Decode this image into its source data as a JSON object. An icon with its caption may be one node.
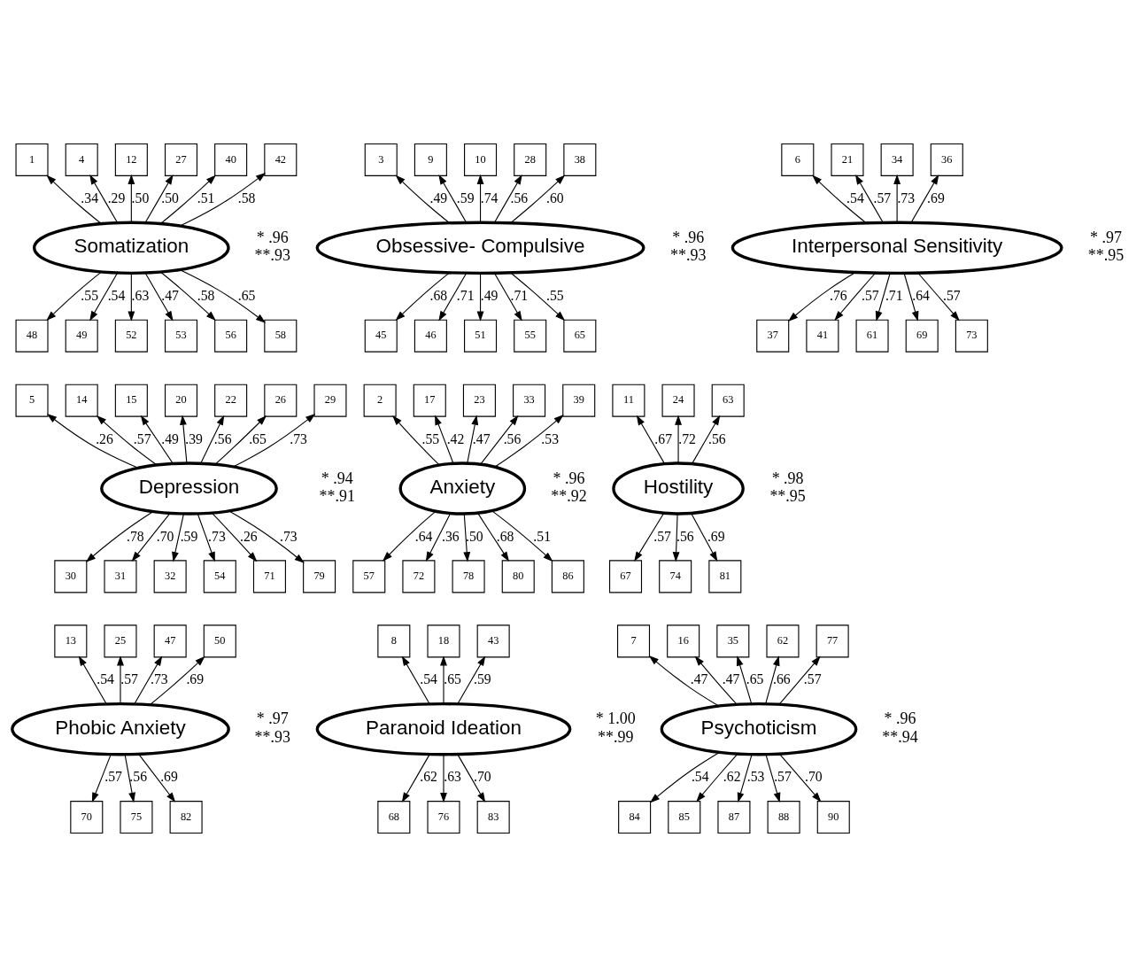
{
  "diagram": {
    "nodes": [
      {
        "text": [
          "Somatization"
        ],
        "beside": [
          "* .96",
          "**.93"
        ]
      },
      {
        "text": [
          "1"
        ]
      },
      {
        "text": [
          "4"
        ]
      },
      {
        "text": [
          "12"
        ]
      },
      {
        "text": [
          "27"
        ]
      },
      {
        "text": [
          "40"
        ]
      },
      {
        "text": [
          "42"
        ]
      },
      {
        "text": [
          "48"
        ]
      },
      {
        "text": [
          "49"
        ]
      },
      {
        "text": [
          "52"
        ]
      },
      {
        "text": [
          "53"
        ]
      },
      {
        "text": [
          "56"
        ]
      },
      {
        "text": [
          "58"
        ]
      },
      {
        "text": [
          "Obsessive- Compulsive"
        ],
        "beside": [
          "* .96",
          "**.93"
        ]
      },
      {
        "text": [
          "3"
        ]
      },
      {
        "text": [
          "9"
        ]
      },
      {
        "text": [
          "10"
        ]
      },
      {
        "text": [
          "28"
        ]
      },
      {
        "text": [
          "38"
        ]
      },
      {
        "text": [
          "45"
        ]
      },
      {
        "text": [
          "46"
        ]
      },
      {
        "text": [
          "51"
        ]
      },
      {
        "text": [
          "55"
        ]
      },
      {
        "text": [
          "65"
        ]
      },
      {
        "text": [
          "Interpersonal Sensitivity"
        ],
        "beside": [
          "* .97",
          "**.95"
        ]
      },
      {
        "text": [
          "6"
        ]
      },
      {
        "text": [
          "21"
        ]
      },
      {
        "text": [
          "34"
        ]
      },
      {
        "text": [
          "36"
        ]
      },
      {
        "text": [
          "37"
        ]
      },
      {
        "text": [
          "41"
        ]
      },
      {
        "text": [
          "61"
        ]
      },
      {
        "text": [
          "69"
        ]
      },
      {
        "text": [
          "73"
        ]
      },
      {
        "text": [
          "Depression"
        ],
        "beside": [
          "* .94",
          "**.91"
        ]
      },
      {
        "text": [
          "5"
        ]
      },
      {
        "text": [
          "14"
        ]
      },
      {
        "text": [
          "15"
        ]
      },
      {
        "text": [
          "20"
        ]
      },
      {
        "text": [
          "22"
        ]
      },
      {
        "text": [
          "26"
        ]
      },
      {
        "text": [
          "29"
        ]
      },
      {
        "text": [
          "30"
        ]
      },
      {
        "text": [
          "31"
        ]
      },
      {
        "text": [
          "32"
        ]
      },
      {
        "text": [
          "54"
        ]
      },
      {
        "text": [
          "71"
        ]
      },
      {
        "text": [
          "79"
        ]
      },
      {
        "text": [
          "Anxiety"
        ],
        "beside": [
          "* .96",
          "**.92"
        ]
      },
      {
        "text": [
          "2"
        ]
      },
      {
        "text": [
          "17"
        ]
      },
      {
        "text": [
          "23"
        ]
      },
      {
        "text": [
          "33"
        ]
      },
      {
        "text": [
          "39"
        ]
      },
      {
        "text": [
          "57"
        ]
      },
      {
        "text": [
          "72"
        ]
      },
      {
        "text": [
          "78"
        ]
      },
      {
        "text": [
          "80"
        ]
      },
      {
        "text": [
          "86"
        ]
      },
      {
        "text": [
          "Hostility"
        ],
        "beside": [
          "* .98",
          "**.95"
        ]
      },
      {
        "text": [
          "11"
        ]
      },
      {
        "text": [
          "24"
        ]
      },
      {
        "text": [
          "63"
        ]
      },
      {
        "text": [
          "67"
        ]
      },
      {
        "text": [
          "74"
        ]
      },
      {
        "text": [
          "81"
        ]
      },
      {
        "text": [
          "Phobic Anxiety"
        ],
        "beside": [
          "* .97",
          "**.93"
        ]
      },
      {
        "text": [
          "13"
        ]
      },
      {
        "text": [
          "25"
        ]
      },
      {
        "text": [
          "47"
        ]
      },
      {
        "text": [
          "50"
        ]
      },
      {
        "text": [
          "70"
        ]
      },
      {
        "text": [
          "75"
        ]
      },
      {
        "text": [
          "82"
        ]
      },
      {
        "text": [
          "Paranoid Ideation"
        ],
        "beside": [
          "* 1.00",
          "**.99"
        ]
      },
      {
        "text": [
          "8"
        ]
      },
      {
        "text": [
          "18"
        ]
      },
      {
        "text": [
          "43"
        ]
      },
      {
        "text": [
          "68"
        ]
      },
      {
        "text": [
          "76"
        ]
      },
      {
        "text": [
          "83"
        ]
      },
      {
        "text": [
          "Psychoticism"
        ],
        "beside": [
          "* .96",
          "**.94"
        ]
      },
      {
        "text": [
          "7"
        ]
      },
      {
        "text": [
          "16"
        ]
      },
      {
        "text": [
          "35"
        ]
      },
      {
        "text": [
          "62"
        ]
      },
      {
        "text": [
          "77"
        ]
      },
      {
        "text": [
          "84"
        ]
      },
      {
        "text": [
          "85"
        ]
      },
      {
        "text": [
          "87"
        ]
      },
      {
        "text": [
          "88"
        ]
      },
      {
        "text": [
          "90"
        ]
      }
    ],
    "edges": [
      {
        "from": 0,
        "to": 1,
        "arrow": "to",
        "label": ".34"
      },
      {
        "from": 0,
        "to": 2,
        "arrow": "to",
        "label": ".29"
      },
      {
        "from": 0,
        "to": 3,
        "arrow": "to",
        "label": ".50"
      },
      {
        "from": 0,
        "to": 4,
        "arrow": "to",
        "label": ".50"
      },
      {
        "from": 0,
        "to": 5,
        "arrow": "to",
        "label": ".51"
      },
      {
        "from": 0,
        "to": 6,
        "arrow": "to",
        "label": ".58"
      },
      {
        "from": 0,
        "to": 7,
        "arrow": "to",
        "label": ".55"
      },
      {
        "from": 0,
        "to": 8,
        "arrow": "to",
        "label": ".54"
      },
      {
        "from": 0,
        "to": 9,
        "arrow": "to",
        "label": ".63"
      },
      {
        "from": 0,
        "to": 10,
        "arrow": "to",
        "label": ".47"
      },
      {
        "from": 0,
        "to": 11,
        "arrow": "to",
        "label": ".58"
      },
      {
        "from": 0,
        "to": 12,
        "arrow": "to",
        "label": ".65"
      },
      {
        "from": 13,
        "to": 14,
        "arrow": "to",
        "label": ".49"
      },
      {
        "from": 13,
        "to": 15,
        "arrow": "to",
        "label": ".59"
      },
      {
        "from": 13,
        "to": 16,
        "arrow": "to",
        "label": ".74"
      },
      {
        "from": 13,
        "to": 17,
        "arrow": "to",
        "label": ".56"
      },
      {
        "from": 13,
        "to": 18,
        "arrow": "to",
        "label": ".60"
      },
      {
        "from": 13,
        "to": 19,
        "arrow": "to",
        "label": ".68"
      },
      {
        "from": 13,
        "to": 20,
        "arrow": "to",
        "label": ".71"
      },
      {
        "from": 13,
        "to": 21,
        "arrow": "to",
        "label": ".49"
      },
      {
        "from": 13,
        "to": 22,
        "arrow": "to",
        "label": ".71"
      },
      {
        "from": 13,
        "to": 23,
        "arrow": "to",
        "label": ".55"
      },
      {
        "from": 24,
        "to": 25,
        "arrow": "to",
        "label": ".54"
      },
      {
        "from": 24,
        "to": 26,
        "arrow": "to",
        "label": ".57"
      },
      {
        "from": 24,
        "to": 27,
        "arrow": "to",
        "label": ".73"
      },
      {
        "from": 24,
        "to": 28,
        "arrow": "to",
        "label": ".69"
      },
      {
        "from": 24,
        "to": 29,
        "arrow": "to",
        "label": ".76"
      },
      {
        "from": 24,
        "to": 30,
        "arrow": "to",
        "label": ".57"
      },
      {
        "from": 24,
        "to": 31,
        "arrow": "to",
        "label": ".71"
      },
      {
        "from": 24,
        "to": 32,
        "arrow": "to",
        "label": ".64"
      },
      {
        "from": 24,
        "to": 33,
        "arrow": "to",
        "label": ".57"
      },
      {
        "from": 34,
        "to": 35,
        "arrow": "to",
        "label": ".26"
      },
      {
        "from": 34,
        "to": 36,
        "arrow": "to",
        "label": ".57"
      },
      {
        "from": 34,
        "to": 37,
        "arrow": "to",
        "label": ".49"
      },
      {
        "from": 34,
        "to": 38,
        "arrow": "to",
        "label": ".39"
      },
      {
        "from": 34,
        "to": 39,
        "arrow": "to",
        "label": ".56"
      },
      {
        "from": 34,
        "to": 40,
        "arrow": "to",
        "label": ".65"
      },
      {
        "from": 34,
        "to": 41,
        "arrow": "to",
        "label": ".73"
      },
      {
        "from": 34,
        "to": 42,
        "arrow": "to",
        "label": ".78"
      },
      {
        "from": 34,
        "to": 43,
        "arrow": "to",
        "label": ".70"
      },
      {
        "from": 34,
        "to": 44,
        "arrow": "to",
        "label": ".59"
      },
      {
        "from": 34,
        "to": 45,
        "arrow": "to",
        "label": ".73"
      },
      {
        "from": 34,
        "to": 46,
        "arrow": "to",
        "label": ".26"
      },
      {
        "from": 34,
        "to": 47,
        "arrow": "to",
        "label": ".73"
      },
      {
        "from": 48,
        "to": 49,
        "arrow": "to",
        "label": ".55"
      },
      {
        "from": 48,
        "to": 50,
        "arrow": "to",
        "label": ".42"
      },
      {
        "from": 48,
        "to": 51,
        "arrow": "to",
        "label": ".47"
      },
      {
        "from": 48,
        "to": 52,
        "arrow": "to",
        "label": ".56"
      },
      {
        "from": 48,
        "to": 53,
        "arrow": "to",
        "label": ".53"
      },
      {
        "from": 48,
        "to": 54,
        "arrow": "to",
        "label": ".64"
      },
      {
        "from": 48,
        "to": 55,
        "arrow": "to",
        "label": ".36"
      },
      {
        "from": 48,
        "to": 56,
        "arrow": "to",
        "label": ".50"
      },
      {
        "from": 48,
        "to": 57,
        "arrow": "to",
        "label": ".68"
      },
      {
        "from": 48,
        "to": 58,
        "arrow": "to",
        "label": ".51"
      },
      {
        "from": 59,
        "to": 60,
        "arrow": "to",
        "label": ".67"
      },
      {
        "from": 59,
        "to": 61,
        "arrow": "to",
        "label": ".72"
      },
      {
        "from": 59,
        "to": 62,
        "arrow": "to",
        "label": ".56"
      },
      {
        "from": 59,
        "to": 63,
        "arrow": "to",
        "label": ".57"
      },
      {
        "from": 59,
        "to": 64,
        "arrow": "to",
        "label": ".56"
      },
      {
        "from": 59,
        "to": 65,
        "arrow": "to",
        "label": ".69"
      },
      {
        "from": 66,
        "to": 67,
        "arrow": "to",
        "label": ".54"
      },
      {
        "from": 66,
        "to": 68,
        "arrow": "to",
        "label": ".57"
      },
      {
        "from": 66,
        "to": 69,
        "arrow": "to",
        "label": ".73"
      },
      {
        "from": 66,
        "to": 70,
        "arrow": "to",
        "label": ".69"
      },
      {
        "from": 66,
        "to": 71,
        "arrow": "to",
        "label": ".57"
      },
      {
        "from": 66,
        "to": 72,
        "arrow": "to",
        "label": ".56"
      },
      {
        "from": 66,
        "to": 73,
        "arrow": "to",
        "label": ".69"
      },
      {
        "from": 74,
        "to": 75,
        "arrow": "to",
        "label": ".54"
      },
      {
        "from": 74,
        "to": 76,
        "arrow": "to",
        "label": ".65"
      },
      {
        "from": 74,
        "to": 77,
        "arrow": "to",
        "label": ".59"
      },
      {
        "from": 74,
        "to": 78,
        "arrow": "to",
        "label": ".62"
      },
      {
        "from": 74,
        "to": 79,
        "arrow": "to",
        "label": ".63"
      },
      {
        "from": 74,
        "to": 80,
        "arrow": "to",
        "label": ".70"
      },
      {
        "from": 81,
        "to": 82,
        "arrow": "to",
        "label": ".47"
      },
      {
        "from": 81,
        "to": 83,
        "arrow": "to",
        "label": ".47"
      },
      {
        "from": 81,
        "to": 84,
        "arrow": "to",
        "label": ".65"
      },
      {
        "from": 81,
        "to": 85,
        "arrow": "to",
        "label": ".66"
      },
      {
        "from": 81,
        "to": 86,
        "arrow": "to",
        "label": ".57"
      },
      {
        "from": 81,
        "to": 87,
        "arrow": "to",
        "label": ".54"
      },
      {
        "from": 81,
        "to": 88,
        "arrow": "to",
        "label": ".62"
      },
      {
        "from": 81,
        "to": 89,
        "arrow": "to",
        "label": ".53"
      },
      {
        "from": 81,
        "to": 90,
        "arrow": "to",
        "label": ".57"
      },
      {
        "from": 81,
        "to": 91,
        "arrow": "to",
        "label": ".70"
      }
    ]
  }
}
